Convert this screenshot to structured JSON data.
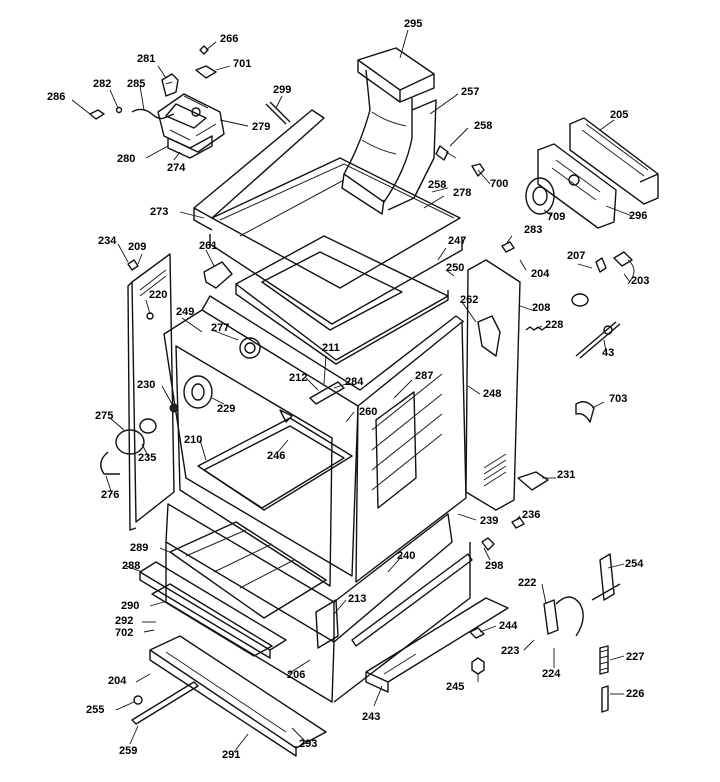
{
  "callouts": [
    {
      "id": "266",
      "name": "callout-266"
    },
    {
      "id": "701",
      "name": "callout-701"
    },
    {
      "id": "281",
      "name": "callout-281"
    },
    {
      "id": "282",
      "name": "callout-282"
    },
    {
      "id": "285",
      "name": "callout-285"
    },
    {
      "id": "286",
      "name": "callout-286"
    },
    {
      "id": "299",
      "name": "callout-299"
    },
    {
      "id": "279",
      "name": "callout-279"
    },
    {
      "id": "280",
      "name": "callout-280"
    },
    {
      "id": "274",
      "name": "callout-274"
    },
    {
      "id": "295",
      "name": "callout-295"
    },
    {
      "id": "257",
      "name": "callout-257"
    },
    {
      "id": "258a",
      "text": "258",
      "name": "callout-258-top"
    },
    {
      "id": "700",
      "name": "callout-700"
    },
    {
      "id": "258b",
      "text": "258",
      "name": "callout-258-lower"
    },
    {
      "id": "278",
      "name": "callout-278"
    },
    {
      "id": "205",
      "name": "callout-205"
    },
    {
      "id": "709",
      "name": "callout-709"
    },
    {
      "id": "296",
      "name": "callout-296"
    },
    {
      "id": "273",
      "name": "callout-273"
    },
    {
      "id": "234",
      "name": "callout-234"
    },
    {
      "id": "209",
      "name": "callout-209"
    },
    {
      "id": "261",
      "name": "callout-261"
    },
    {
      "id": "247",
      "name": "callout-247"
    },
    {
      "id": "283",
      "name": "callout-283"
    },
    {
      "id": "250",
      "name": "callout-250"
    },
    {
      "id": "204a",
      "text": "204",
      "name": "callout-204-top"
    },
    {
      "id": "207",
      "name": "callout-207"
    },
    {
      "id": "203",
      "name": "callout-203"
    },
    {
      "id": "220",
      "name": "callout-220"
    },
    {
      "id": "249",
      "name": "callout-249"
    },
    {
      "id": "277",
      "name": "callout-277"
    },
    {
      "id": "262",
      "name": "callout-262"
    },
    {
      "id": "208",
      "name": "callout-208"
    },
    {
      "id": "228",
      "name": "callout-228"
    },
    {
      "id": "211",
      "name": "callout-211"
    },
    {
      "id": "43",
      "name": "callout-43"
    },
    {
      "id": "212",
      "name": "callout-212"
    },
    {
      "id": "284",
      "name": "callout-284"
    },
    {
      "id": "287",
      "name": "callout-287"
    },
    {
      "id": "230",
      "name": "callout-230"
    },
    {
      "id": "248",
      "name": "callout-248"
    },
    {
      "id": "703",
      "name": "callout-703"
    },
    {
      "id": "229",
      "name": "callout-229"
    },
    {
      "id": "260",
      "name": "callout-260"
    },
    {
      "id": "275",
      "name": "callout-275"
    },
    {
      "id": "210",
      "name": "callout-210"
    },
    {
      "id": "246",
      "name": "callout-246"
    },
    {
      "id": "235",
      "name": "callout-235"
    },
    {
      "id": "231",
      "name": "callout-231"
    },
    {
      "id": "276",
      "name": "callout-276"
    },
    {
      "id": "236",
      "name": "callout-236"
    },
    {
      "id": "239",
      "name": "callout-239"
    },
    {
      "id": "289",
      "name": "callout-289"
    },
    {
      "id": "298",
      "name": "callout-298"
    },
    {
      "id": "240",
      "name": "callout-240"
    },
    {
      "id": "254",
      "name": "callout-254"
    },
    {
      "id": "288",
      "name": "callout-288"
    },
    {
      "id": "222",
      "name": "callout-222"
    },
    {
      "id": "290",
      "name": "callout-290"
    },
    {
      "id": "213",
      "name": "callout-213"
    },
    {
      "id": "292",
      "name": "callout-292"
    },
    {
      "id": "702",
      "name": "callout-702"
    },
    {
      "id": "244",
      "name": "callout-244"
    },
    {
      "id": "223",
      "name": "callout-223"
    },
    {
      "id": "227",
      "name": "callout-227"
    },
    {
      "id": "206",
      "name": "callout-206"
    },
    {
      "id": "224",
      "name": "callout-224"
    },
    {
      "id": "204b",
      "text": "204",
      "name": "callout-204-lower"
    },
    {
      "id": "245",
      "name": "callout-245"
    },
    {
      "id": "226",
      "name": "callout-226"
    },
    {
      "id": "255",
      "name": "callout-255"
    },
    {
      "id": "243",
      "name": "callout-243"
    },
    {
      "id": "259",
      "name": "callout-259"
    },
    {
      "id": "291",
      "name": "callout-291"
    },
    {
      "id": "293",
      "name": "callout-293"
    }
  ]
}
